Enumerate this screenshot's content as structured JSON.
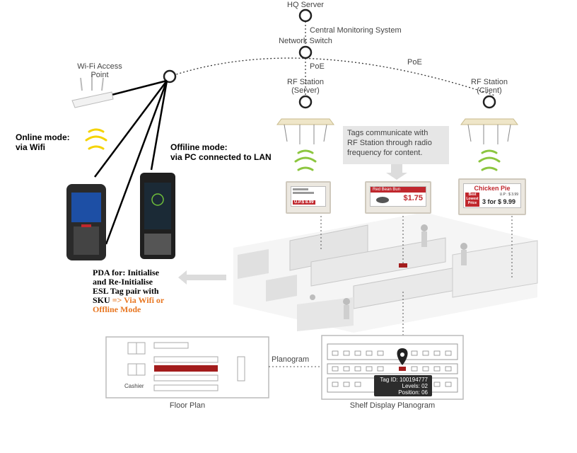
{
  "network": {
    "hq_server": "HQ Server",
    "central_monitoring": "Central Monitoring System",
    "network_switch": "Network Switch",
    "poe_left": "PoE",
    "poe_right": "PoE",
    "wifi_ap": "Wi-Fi Access Point",
    "rf_server_line1": "RF Station",
    "rf_server_line2": "(Server)",
    "rf_client_line1": "RF Station",
    "rf_client_line2": "(Client)"
  },
  "modes": {
    "online_line1": "Online mode:",
    "online_line2": "via Wifi",
    "offline_line1": "Offiline mode:",
    "offline_line2": "via PC connected to LAN"
  },
  "pda": {
    "line1": "PDA for: Initialise",
    "line2": "and Re-Initialise",
    "line3": "ESL Tag pair with",
    "line4_prefix": "SKU ",
    "line4_highlight": "=> Via Wifi or",
    "line5_highlight": "Offline Mode",
    "highlight_color": "#e87722"
  },
  "callout": {
    "line1": "Tags communicate with",
    "line2": "RF Station through radio",
    "line3": "frequency for content."
  },
  "tags": {
    "left_price": "U.P.$ 8.99",
    "middle_header": "Red Bean Bun",
    "middle_price": "$1.75",
    "right_header": "Chicken Pie",
    "right_up": "U.P : $ 3.99",
    "right_badge": "Best Lowest Price",
    "right_price": "3 for $ 9.99"
  },
  "planogram": {
    "link_label": "Planogram",
    "floor_plan_label": "Floor Plan",
    "cashier_label": "Cashier",
    "shelf_label": "Shelf Display Planogram",
    "tag_id": "Tag ID: 100194777",
    "levels": "Levels: 02",
    "position": "Position: 06"
  },
  "colors": {
    "wifi_green": "#8cc63f",
    "highlight_red": "#a31c1c",
    "line_dark": "#222222"
  }
}
